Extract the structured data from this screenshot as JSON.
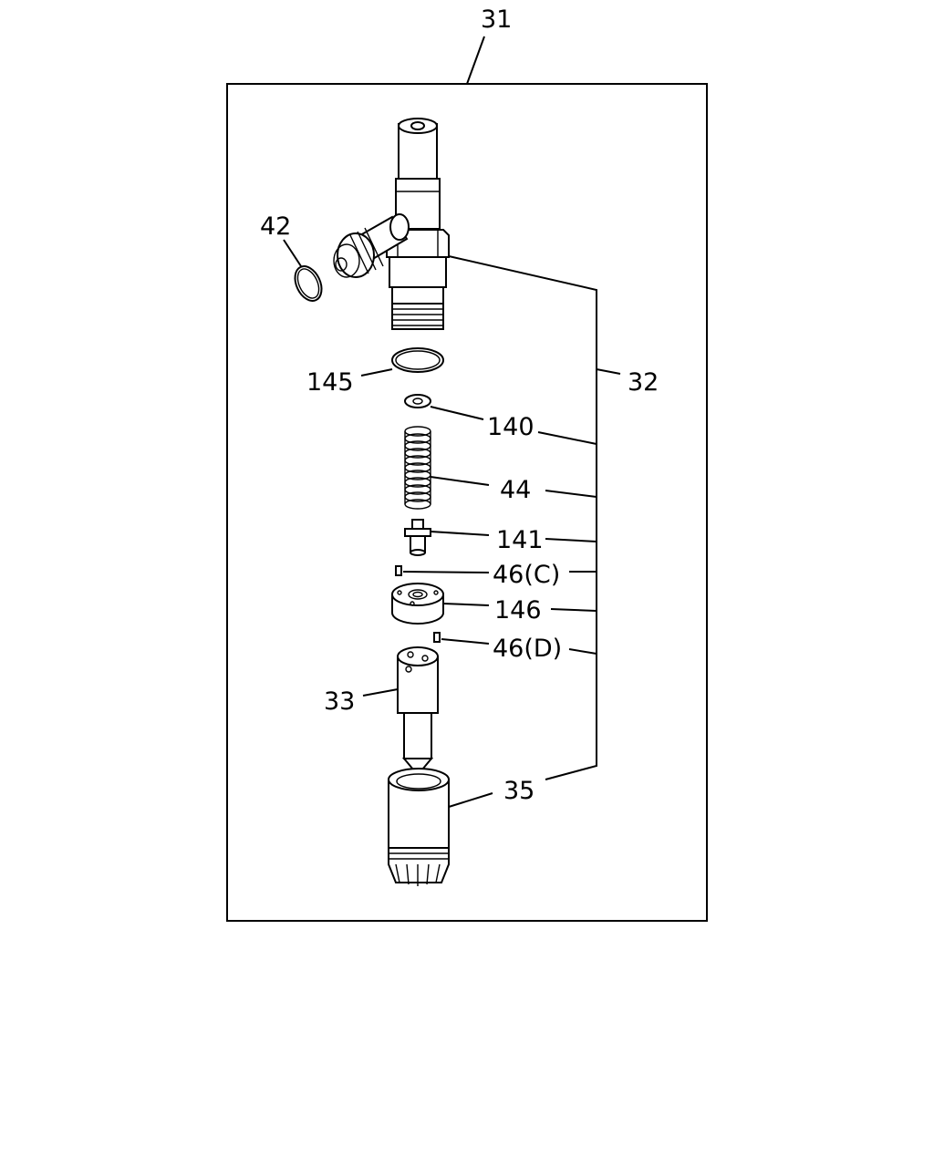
{
  "callouts": {
    "assembly": "31",
    "oring_side": "42",
    "oring_large": "145",
    "subassembly": "32",
    "washer": "140",
    "spring": "44",
    "spacer_pin": "141",
    "dowel_c": "46(C)",
    "plate": "146",
    "dowel_d": "46(D)",
    "nozzle": "33",
    "retaining_nut": "35"
  }
}
